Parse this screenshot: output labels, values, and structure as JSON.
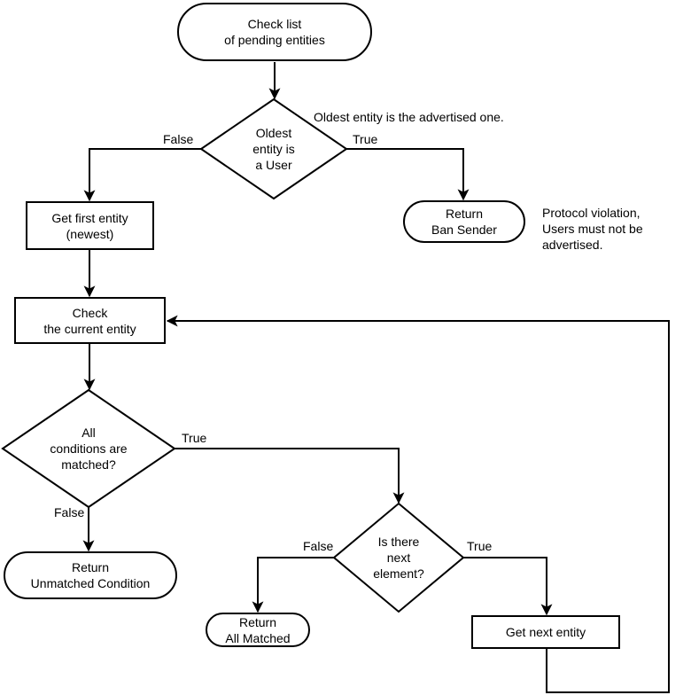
{
  "diagram": {
    "background": "#ffffff",
    "stroke_color": "#000000",
    "nodes": {
      "start": {
        "type": "terminator",
        "label": "Check list\nof pending entities"
      },
      "decision_oldest": {
        "type": "decision",
        "label": "Oldest\nentity is\na User"
      },
      "get_first_entity": {
        "type": "process",
        "label": "Get first entity\n(newest)"
      },
      "return_ban_sender": {
        "type": "terminator",
        "label": "Return\nBan Sender"
      },
      "check_current_entity": {
        "type": "process",
        "label": "Check\nthe current entity"
      },
      "decision_all_matched": {
        "type": "decision",
        "label": "All\nconditions are\nmatched?"
      },
      "return_unmatched_condition": {
        "type": "terminator",
        "label": "Return\nUnmatched Condition"
      },
      "decision_next_element": {
        "type": "decision",
        "label": "Is there\nnext\nelement?"
      },
      "return_all_matched": {
        "type": "terminator",
        "label": "Return\nAll Matched"
      },
      "get_next_entity": {
        "type": "process",
        "label": "Get next entity"
      }
    },
    "edge_labels": {
      "oldest_false": "False",
      "oldest_true": "True",
      "matched_true": "True",
      "matched_false": "False",
      "next_false": "False",
      "next_true": "True"
    },
    "annotations": {
      "advertised_note": "Oldest entity is the advertised one.",
      "protocol_note": "Protocol violation,\nUsers must not be advertised."
    }
  }
}
